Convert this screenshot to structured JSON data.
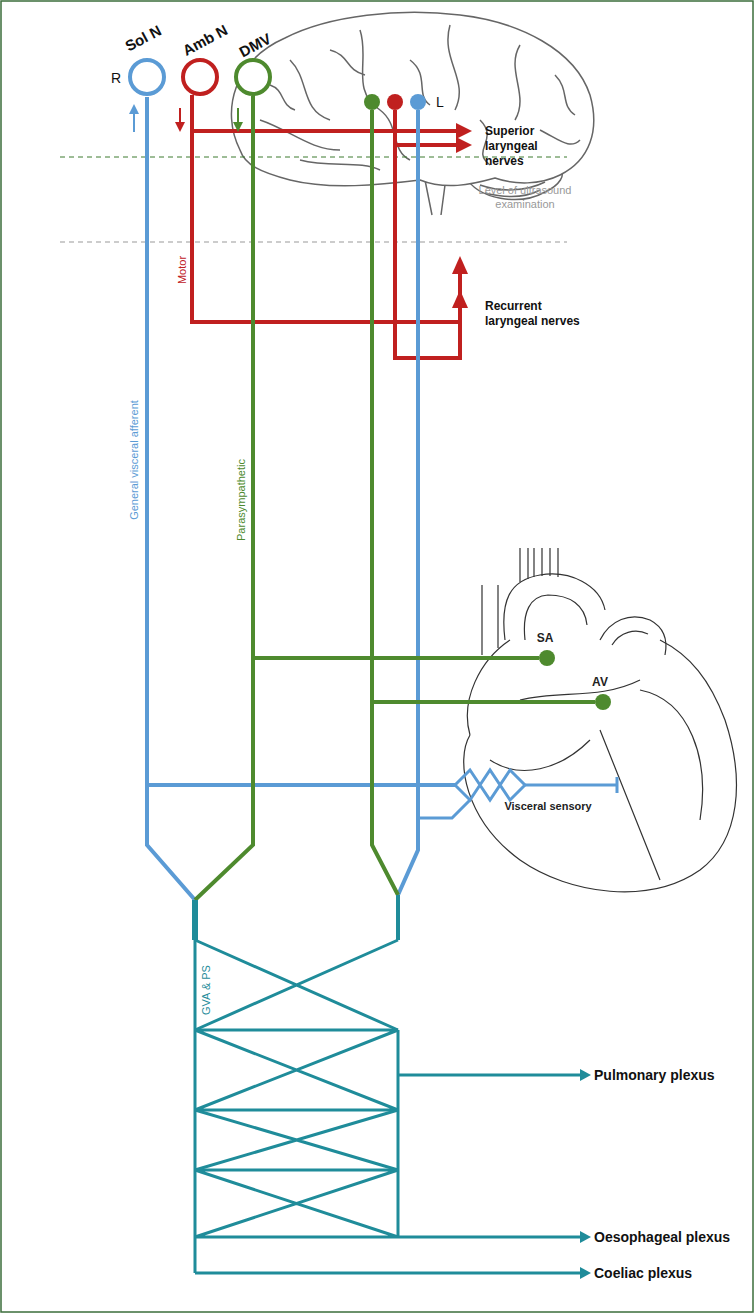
{
  "diagram": {
    "nodes": [
      {
        "text": [
          "Sol N"
        ]
      },
      {
        "text": [
          "Amb N"
        ]
      },
      {
        "text": [
          "DMV"
        ]
      },
      {
        "text": [
          "SA"
        ]
      },
      {
        "text": [
          "AV"
        ]
      }
    ],
    "edges": [
      {
        "from": 2,
        "to": 3,
        "arrow": "none"
      }
    ],
    "labels": [
      "R",
      "L",
      "Superior laryngeal nerves",
      "Level of ultrasound examination",
      "Recurrent laryngeal nerves",
      "General visceral afferent",
      "Motor",
      "Parasympathetic",
      "Visceral sensory",
      "GVA & PS",
      "Pulmonary plexus",
      "Oesophageal plexus",
      "Coeliac plexus"
    ]
  }
}
